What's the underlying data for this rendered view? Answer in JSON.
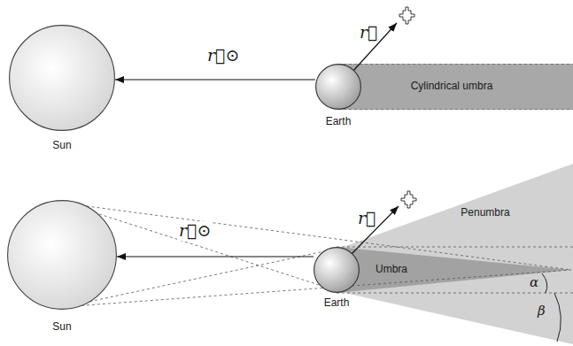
{
  "diagram": {
    "nodes": [
      {
        "text": [
          "Sun"
        ]
      },
      {
        "text": [
          "Earth"
        ]
      },
      {
        "text": [
          "Cylindrical umbra"
        ]
      },
      {
        "text": [
          "Sun"
        ]
      },
      {
        "text": [
          "Earth"
        ]
      },
      {
        "text": [
          "Penumbra"
        ]
      },
      {
        "text": [
          "Umbra"
        ]
      }
    ],
    "edges": [
      {
        "from": 1,
        "to": 0,
        "arrow": "to",
        "label": "r⃗⊙"
      },
      {
        "from": 4,
        "to": 3,
        "arrow": "to",
        "label": "r⃗⊙"
      }
    ],
    "labels": [
      "r⃗",
      "r⃗",
      "α",
      "β"
    ]
  }
}
